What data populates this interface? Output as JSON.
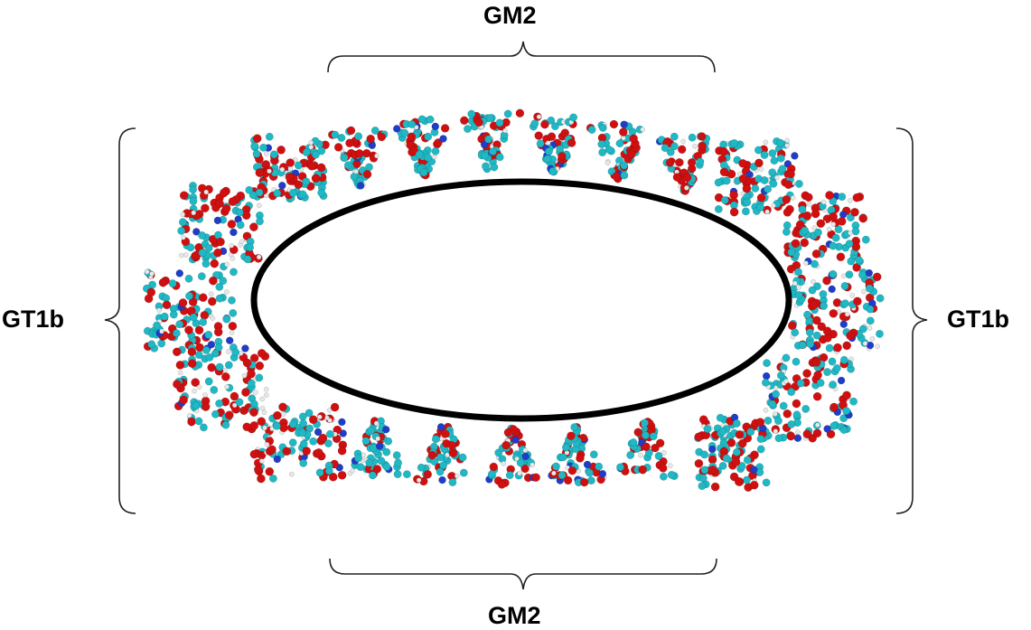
{
  "labels": {
    "top": "GM2",
    "bottom": "GM2",
    "left": "GT1b",
    "right": "GT1b"
  },
  "colors": {
    "outline": "#000000",
    "carbon": "#1fb8c4",
    "oxygen": "#d01010",
    "nitrogen": "#1f3dc8",
    "hydrogen": "#e8e8e8"
  },
  "icons": {
    "molecule": "glycan-cluster-icon",
    "micelle": "ellipse-core"
  }
}
